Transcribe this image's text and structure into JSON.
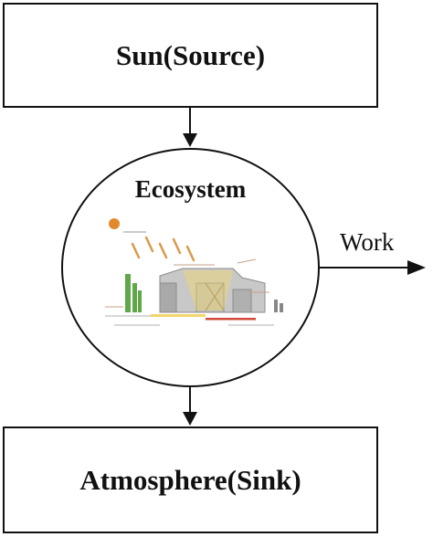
{
  "diagram": {
    "source_label": "Sun(Source)",
    "ecosystem_label": "Ecosystem",
    "work_label": "Work",
    "sink_label": "Atmosphere(Sink)"
  },
  "colors": {
    "line": "#111111",
    "sun": "#e08a2c",
    "vegetation": "#5fa84a",
    "building": "#9a9a9a",
    "sun_rays": "#d99a4a",
    "ground_yellow": "#f2d66b",
    "ground_red": "#d44a3a"
  }
}
